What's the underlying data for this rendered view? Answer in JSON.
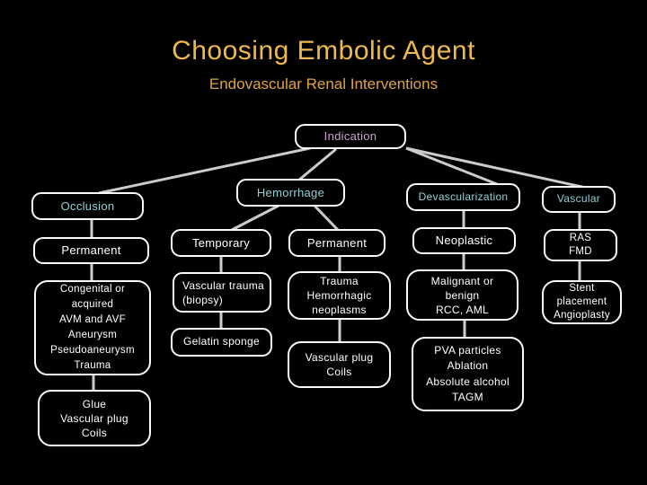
{
  "slide": {
    "title": "Choosing Embolic Agent",
    "subtitle": "Endovascular Renal Interventions"
  },
  "colors": {
    "background": "#000000",
    "title": "#EDB94F",
    "subtitle": "#DFA440",
    "node_border": "#FBFBFB",
    "node_text": "#FFFFFF",
    "category_text": "#8FD1D6",
    "root_text": "#C9A2CF",
    "connector": "#CCCCCC"
  },
  "nodes": {
    "indication": {
      "label": "Indication"
    },
    "occlusion": {
      "label": "Occlusion"
    },
    "occlusion_permanent": {
      "label": "Permanent"
    },
    "occlusion_causes": {
      "label": "Congenital or\nacquired\nAVM and AVF\nAneurysm\nPseudoaneurysm\nTrauma"
    },
    "occlusion_agents": {
      "label": "Glue\nVascular plug\nCoils"
    },
    "hemorrhage": {
      "label": "Hemorrhage"
    },
    "hemorrhage_temporary": {
      "label": "Temporary"
    },
    "hemorrhage_temporary_causes": {
      "label": "Vascular trauma\n(biopsy)"
    },
    "hemorrhage_temporary_agents": {
      "label": "Gelatin sponge"
    },
    "hemorrhage_permanent": {
      "label": "Permanent"
    },
    "hemorrhage_permanent_causes": {
      "label": "Trauma\nHemorrhagic\nneoplasms"
    },
    "hemorrhage_permanent_agents": {
      "label": "Vascular plug\nCoils"
    },
    "devascularization": {
      "label": "Devascularization"
    },
    "devascularization_neoplastic": {
      "label": "Neoplastic"
    },
    "devascularization_causes": {
      "label": "Malignant or\nbenign\nRCC, AML"
    },
    "devascularization_agents": {
      "label": "PVA particles\nAblation\nAbsolute alcohol\nTAGM"
    },
    "vascular": {
      "label": "Vascular"
    },
    "vascular_causes": {
      "label": "RAS\nFMD"
    },
    "vascular_agents": {
      "label": "Stent\nplacement\nAngioplasty"
    }
  }
}
